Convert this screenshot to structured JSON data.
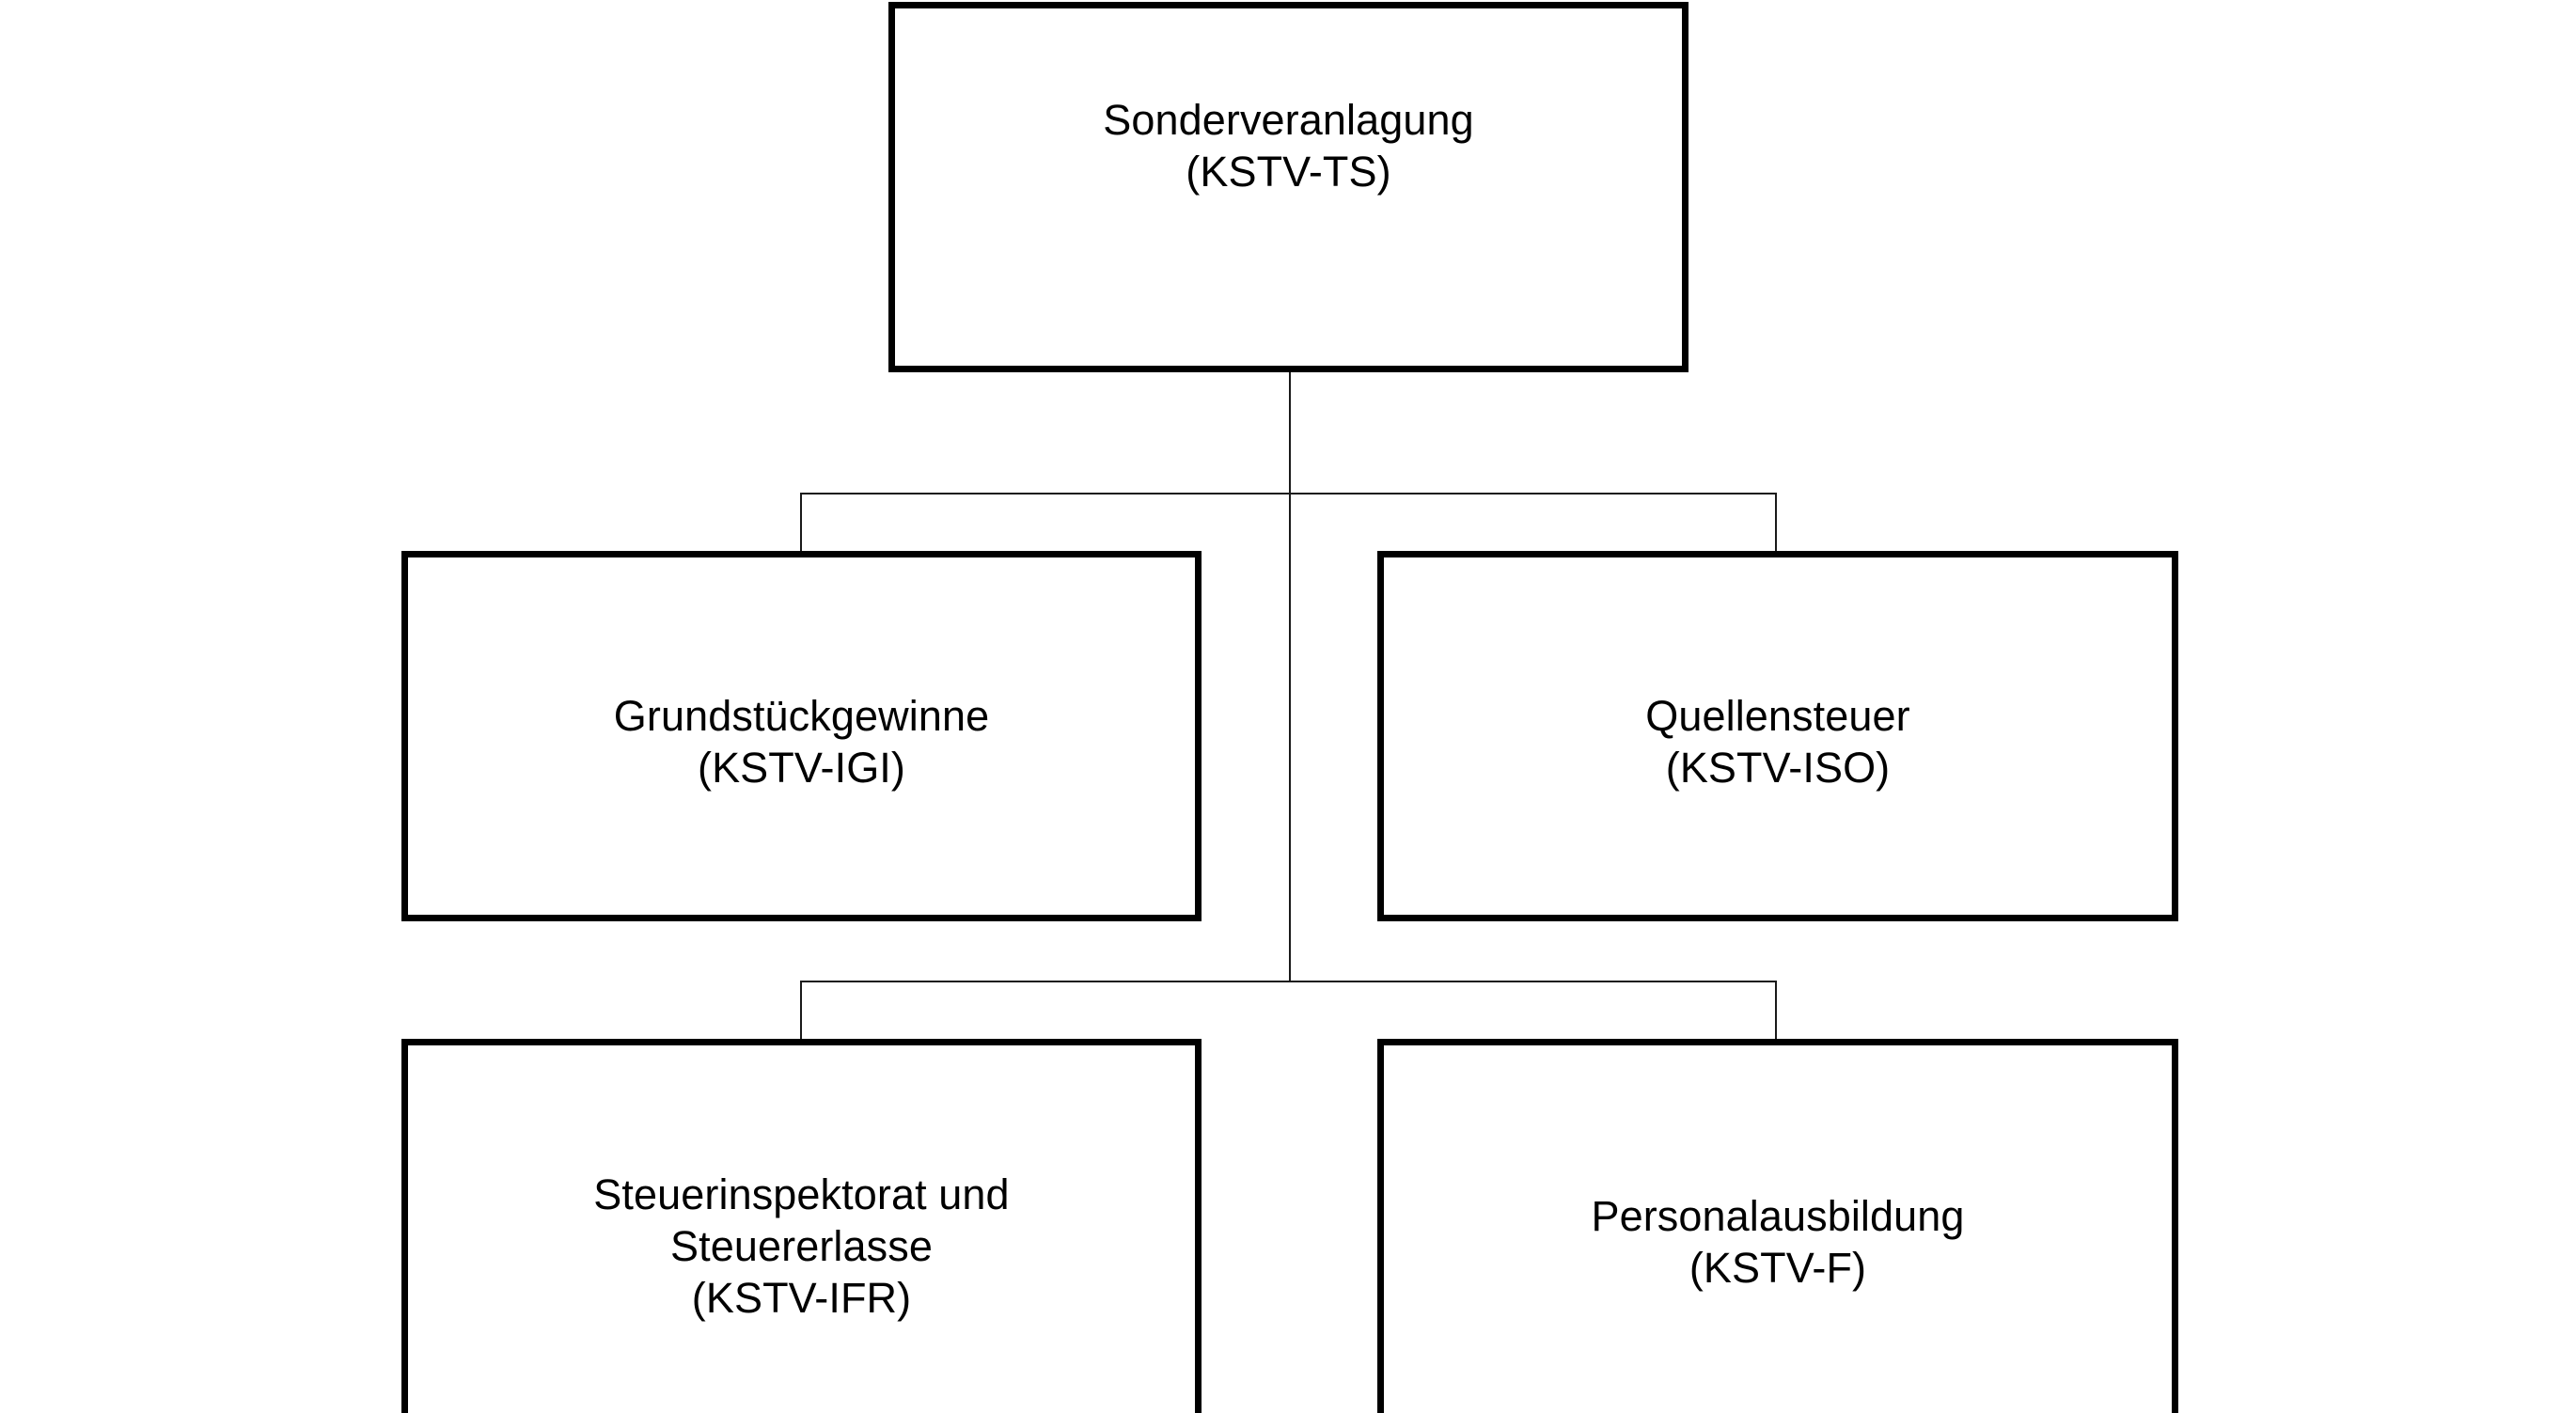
{
  "diagram": {
    "type": "organizational-hierarchy",
    "orientation": "top-down",
    "background_color": "#ffffff",
    "box_border_color": "#000000",
    "connector_color": "#1a1a1a",
    "text_color": "#000000",
    "nodes": [
      {
        "id": "root",
        "level": 1,
        "title": "Sonderveranlagung",
        "code": "(KSTV-TS)",
        "text": "Sonderveranlagung\n(KSTV-TS)"
      },
      {
        "id": "igi",
        "level": 2,
        "title": "Grundstückgewinne",
        "code": "(KSTV-IGI)",
        "text": "Grundstückgewinne\n(KSTV-IGI)"
      },
      {
        "id": "iso",
        "level": 2,
        "title": "Quellensteuer",
        "code": "(KSTV-ISO)",
        "text": "Quellensteuer\n(KSTV-ISO)"
      },
      {
        "id": "ifr",
        "level": 3,
        "title": "Steuerinspektorat und Steuererlasse",
        "code": "(KSTV-IFR)",
        "text": "Steuerinspektorat und\nSteuererlasse\n(KSTV-IFR)"
      },
      {
        "id": "f",
        "level": 3,
        "title": "Personalausbildung",
        "code": "(KSTV-F)",
        "text": "Personalausbildung\n(KSTV-F)"
      }
    ],
    "edges": [
      {
        "from": "root",
        "to": "igi"
      },
      {
        "from": "root",
        "to": "iso"
      },
      {
        "from": "root",
        "to": "ifr"
      },
      {
        "from": "root",
        "to": "f"
      }
    ]
  }
}
